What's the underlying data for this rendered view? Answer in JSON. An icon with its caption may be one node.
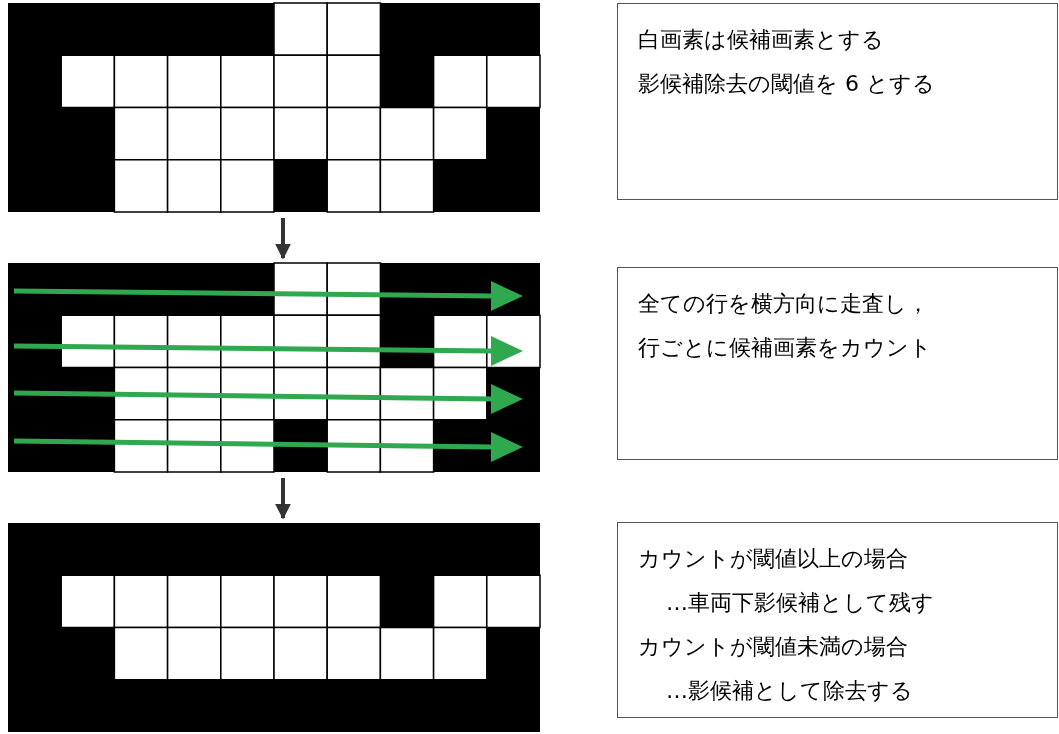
{
  "diagram": {
    "nodes": [
      {
        "text": [],
        "shape": "box"
      },
      {
        "text": [
          "白画素は候補画素とする",
          "影候補除去の閾値を 6 とする"
        ]
      },
      {
        "text": [],
        "shape": "box"
      },
      {
        "text": [
          "全ての行を横方向に走査し，行ごとに候補画素をカウント"
        ]
      },
      {
        "text": [],
        "shape": "box"
      },
      {
        "text": [
          "カウントが閾値以上の場合",
          "…車両下影候補として残す",
          "カウントが閾値未満の場合",
          "…影候補として除去する"
        ]
      }
    ],
    "edges": [
      {
        "from": 0,
        "to": 2,
        "arrow": "to"
      },
      {
        "from": 2,
        "to": 4,
        "arrow": "to"
      }
    ]
  }
}
